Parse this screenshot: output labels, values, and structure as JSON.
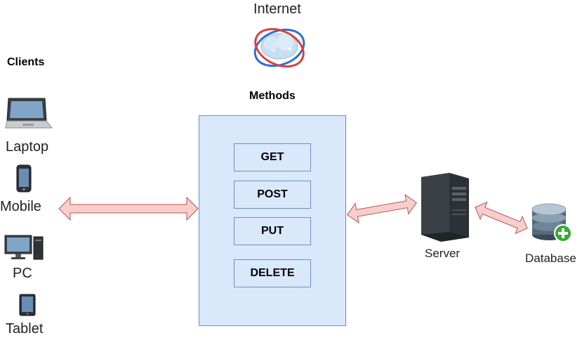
{
  "internet": {
    "label": "Internet"
  },
  "clients": {
    "heading": "Clients",
    "items": [
      {
        "label": "Laptop",
        "icon": "laptop-icon"
      },
      {
        "label": "Mobile",
        "icon": "mobile-icon"
      },
      {
        "label": "PC",
        "icon": "pc-icon"
      },
      {
        "label": "Tablet",
        "icon": "tablet-icon"
      }
    ]
  },
  "methods": {
    "heading": "Methods",
    "items": [
      "GET",
      "POST",
      "PUT",
      "DELETE"
    ]
  },
  "server": {
    "label": "Server",
    "icon": "server-icon"
  },
  "database": {
    "label": "Database",
    "icon": "database-icon"
  },
  "colors": {
    "box_fill": "#dae8fc",
    "box_stroke": "#6c8ebf",
    "arrow_fill": "#f8cecc",
    "arrow_stroke": "#b85450"
  }
}
